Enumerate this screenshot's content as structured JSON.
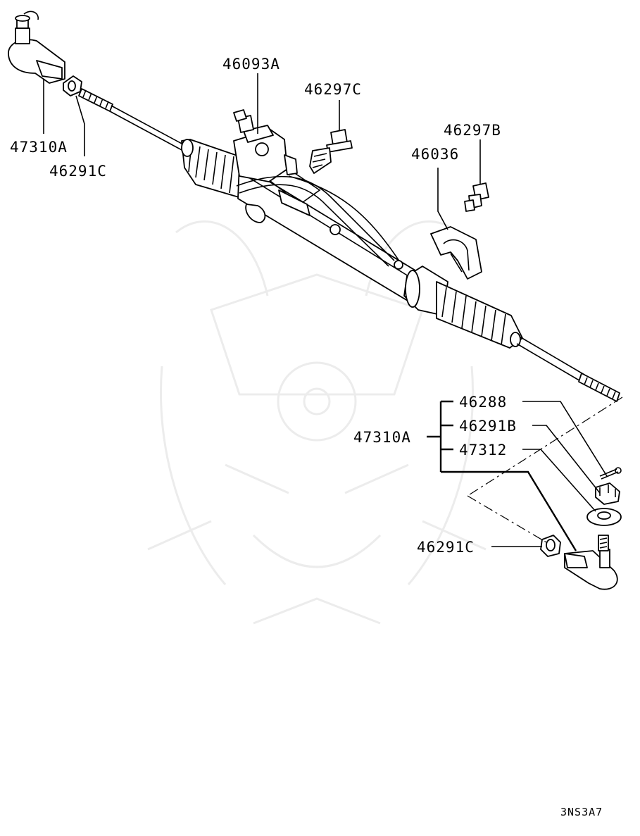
{
  "diagram": {
    "labels": {
      "part_46093A": "46093A",
      "part_46297C": "46297C",
      "part_46297B": "46297B",
      "part_46036": "46036",
      "part_47310A_left": "47310A",
      "part_46291C_left": "46291C",
      "part_47310A_right": "47310A",
      "part_46288": "46288",
      "part_46291B": "46291B",
      "part_47312": "47312",
      "part_46291C_right": "46291C"
    },
    "diagram_code": "3NS3A7"
  }
}
